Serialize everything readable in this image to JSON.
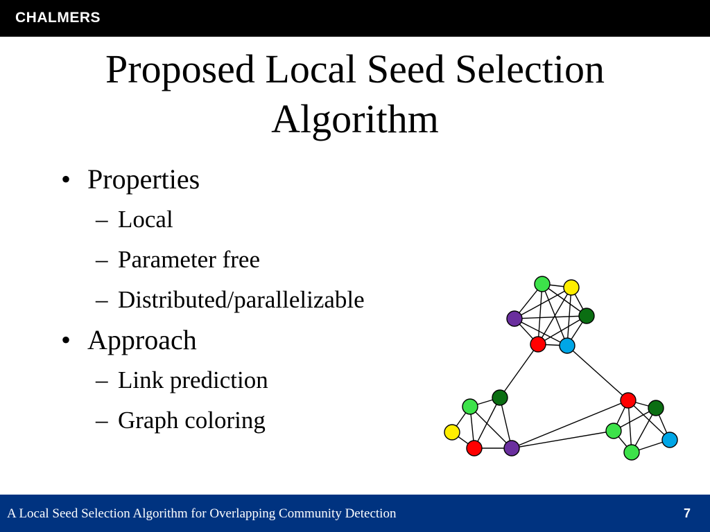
{
  "header": {
    "logo_text": "CHALMERS"
  },
  "slide": {
    "title_line1": "Proposed Local Seed Selection",
    "title_line2": "Algorithm",
    "bullet_glyph": "•",
    "dash_glyph": "–",
    "sections": [
      {
        "heading": "Properties",
        "items": [
          "Local",
          "Parameter free",
          "Distributed/parallelizable"
        ]
      },
      {
        "heading": "Approach",
        "items": [
          "Link prediction",
          "Graph coloring"
        ]
      }
    ]
  },
  "graph": {
    "colors": {
      "light-green": "#3de24a",
      "yellow": "#ffee00",
      "dark-green": "#0b6e12",
      "purple": "#6a2f9e",
      "red": "#ff0000",
      "blue": "#00a6e6"
    },
    "node_colors": [
      "light-green",
      "yellow",
      "purple",
      "dark-green",
      "red",
      "blue",
      "light-green",
      "dark-green",
      "yellow",
      "red",
      "purple",
      "red",
      "dark-green",
      "light-green",
      "blue",
      "light-green"
    ]
  },
  "footer": {
    "talk_title": "A Local Seed Selection Algorithm for Overlapping Community Detection",
    "page_number": "7"
  }
}
